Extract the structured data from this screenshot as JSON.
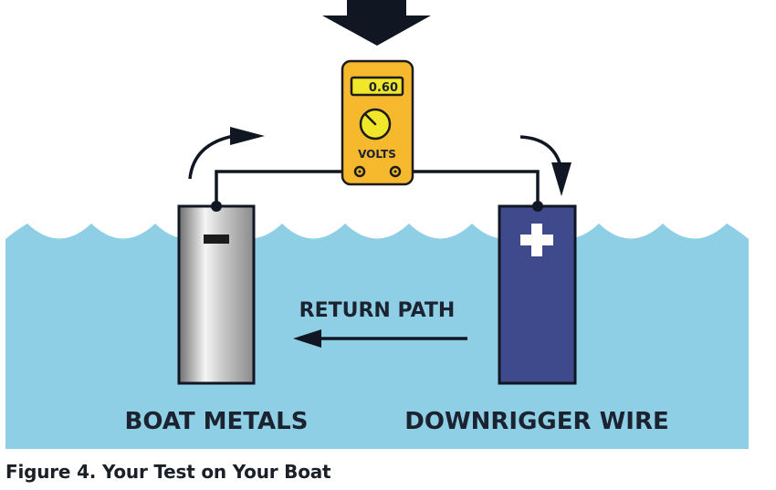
{
  "figure": {
    "caption": "Figure 4. Your Test on Your Boat"
  },
  "meter": {
    "reading": "0.60",
    "unit_label": "VOLTS",
    "body_color": "#f6b82c",
    "display_color": "#f2e62a",
    "dial_color": "#f2e62a"
  },
  "electrodes": {
    "negative": {
      "sign": "−",
      "label": "BOAT METALS",
      "color": "#c8c8c8"
    },
    "positive": {
      "sign": "+",
      "label": "DOWNRIGGER WIRE",
      "color": "#3e4a8c"
    }
  },
  "return_path": {
    "label": "RETURN PATH"
  },
  "colors": {
    "water": "#8fcfe6",
    "ink": "#1b2330",
    "background": "#ffffff"
  },
  "icons": {
    "down_arrow": "big-down-arrow",
    "left_curved_arrow": "curved-arrow-right",
    "right_curved_arrow": "curved-arrow-down",
    "return_arrow": "arrow-left"
  }
}
